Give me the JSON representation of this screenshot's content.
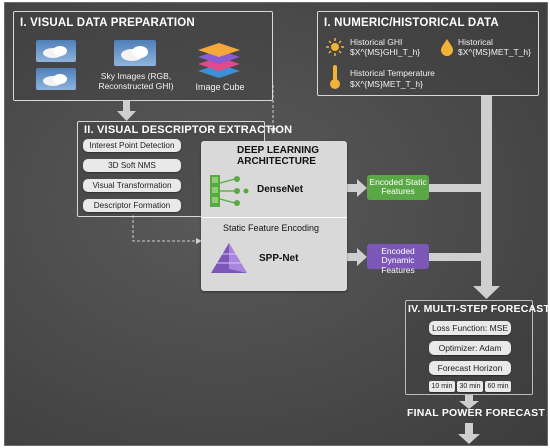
{
  "colors": {
    "green": "#5aa845",
    "purple": "#7c57b8",
    "panel": "#d9d9d9",
    "arrow": "#cfcfcf"
  },
  "sections": {
    "visual_prep": {
      "title": "I. VISUAL DATA PREPARATION",
      "sky_label": "Sky Images (RGB, Reconstructed GHI)",
      "cube_label": "Image Cube"
    },
    "numeric": {
      "title": "I. NUMERIC/HISTORICAL DATA",
      "ghi": "Historical GHI $X^{MS}GHI_T_h}",
      "met": "Historical $X^{MS}MET_T_h}",
      "temp_line1": "Historical Temperature",
      "temp_line2": "$X^{MS}MET_T_h}"
    },
    "descriptor": {
      "title": "II. VISUAL DESCRIPTOR EXTRACTION",
      "steps": [
        "Interest Point Detection",
        "3D Soft NMS",
        "Visual Transformation",
        "Descriptor Formation"
      ]
    },
    "deep": {
      "title_line1": "DEEP LEARNING",
      "title_line2": "ARCHITECTURE",
      "densenet": "DenseNet",
      "static_enc": "Static Feature Encoding",
      "sppnet": "SPP-Net",
      "static_feat": "Encoded Static Features",
      "dynamic_feat": "Encoded Dynamic Features"
    },
    "forecast": {
      "title": "IV. MULTI-STEP FORECAST",
      "loss": "Loss Function: MSE",
      "optimizer": "Optimizer: Adam",
      "horizon": "Forecast Horizon",
      "horizons": [
        "10 min",
        "30 min",
        "60 min"
      ],
      "final": "FINAL POWER FORECAST"
    }
  }
}
